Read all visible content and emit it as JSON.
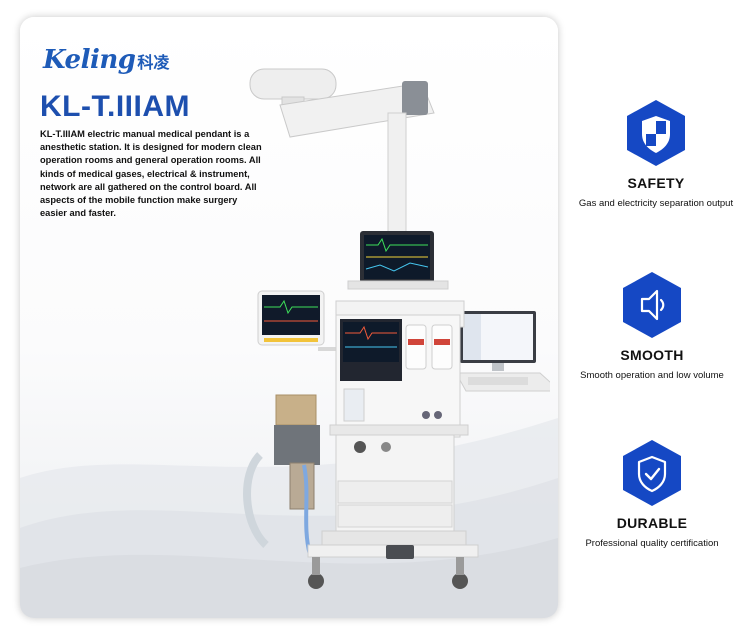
{
  "brand": {
    "logo_word": "Keling",
    "logo_cn": "科凌"
  },
  "product": {
    "model": "KL-T.IIIAM",
    "description": "KL-T.IIIAM electric manual medical pendant is a anesthetic station. It is designed for modern clean operation rooms and general operation rooms. All kinds of medical gases, electrical & instrument, network are all gathered on the control board. All aspects of the mobile function make surgery easier and faster.",
    "image_icon": "anesthesia-pendant-station"
  },
  "features": [
    {
      "title": "SAFETY",
      "subtitle": "Gas and electricity separation output",
      "icon": "shield-icon"
    },
    {
      "title": "SMOOTH",
      "subtitle": "Smooth operation and low volume",
      "icon": "speaker-icon"
    },
    {
      "title": "DURABLE",
      "subtitle": "Professional quality certification",
      "icon": "shield-check-icon"
    }
  ],
  "colors": {
    "brand_blue": "#1d4fae",
    "hex_blue": "#1548c4"
  }
}
